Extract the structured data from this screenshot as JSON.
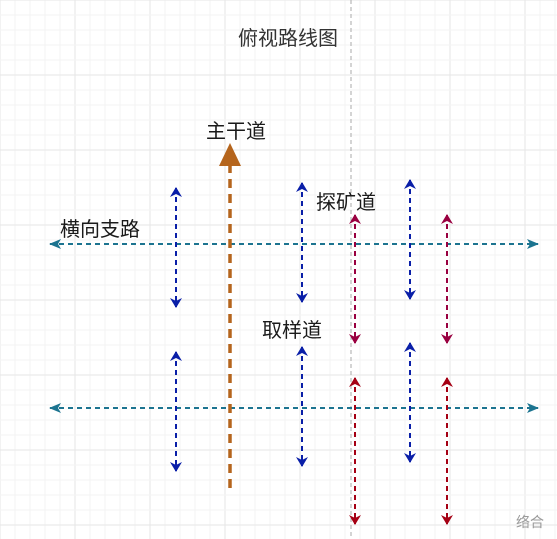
{
  "diagram": {
    "title": "俯视路线图",
    "labels": {
      "main_road": "主干道",
      "cross_road": "横向支路",
      "exploration_road": "探矿道",
      "sampling_road": "取样道"
    },
    "watermark": "络合",
    "colors": {
      "main_road": "#b5651d",
      "cross_road": "#1c7490",
      "blue_arrows": "#0a1fa8",
      "crimson_arrows": "#990040",
      "red_arrows": "#a50014",
      "divider": "#aaaaaa",
      "grid": "#eeeeee"
    }
  }
}
